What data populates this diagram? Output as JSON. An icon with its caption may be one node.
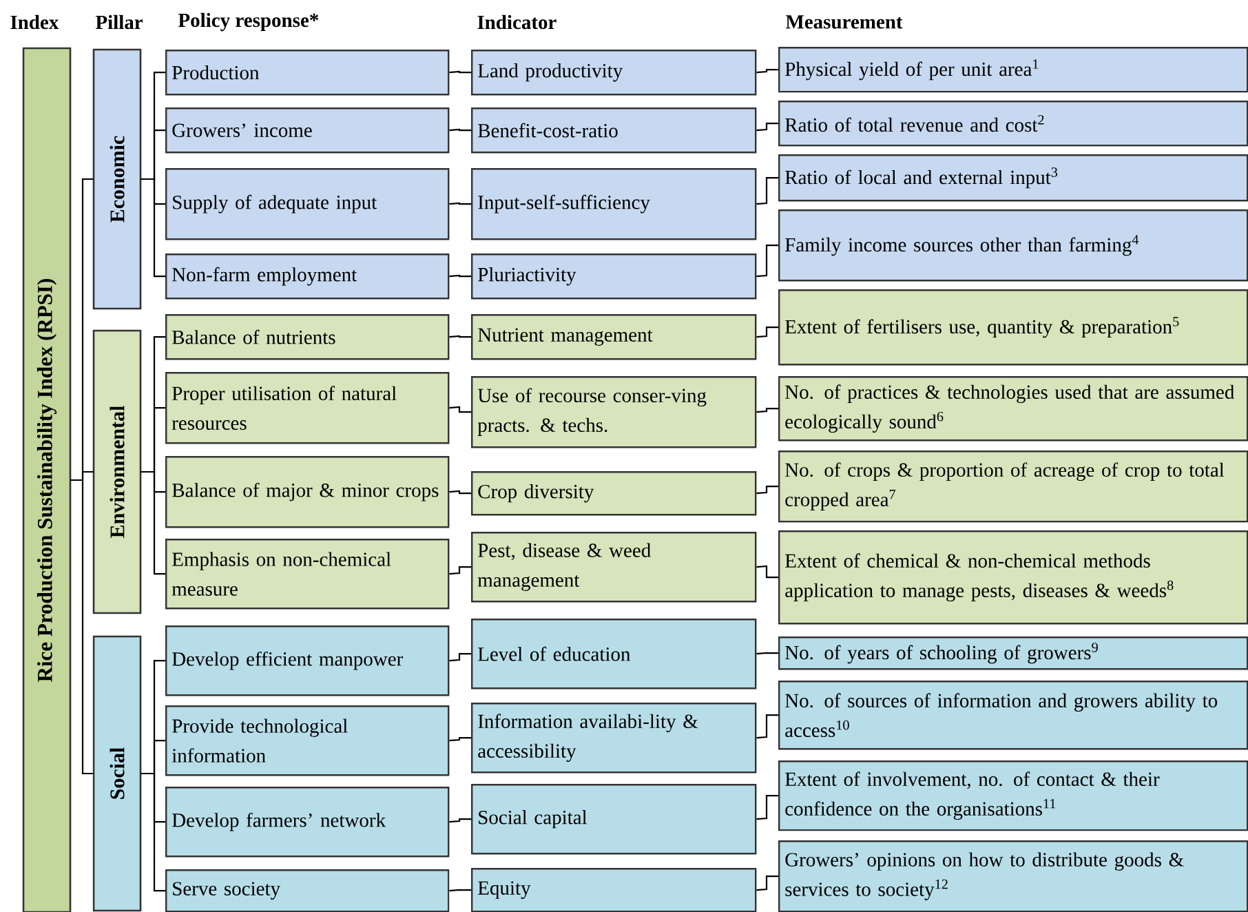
{
  "diagram": {
    "nodes": [
      {
        "text": [
          "Rice Production Sustainability Index (RPSI)"
        ]
      },
      {
        "text": [
          "Economic"
        ]
      },
      {
        "text": [
          "Production"
        ]
      },
      {
        "text": [
          "Land productivity"
        ]
      },
      {
        "text": [
          "Physical yield of per unit area$^{1}$"
        ]
      },
      {
        "text": [
          "Growers’ income"
        ]
      },
      {
        "text": [
          "Benefit-cost-ratio"
        ]
      },
      {
        "text": [
          "Ratio of total revenue and cost$^{2}$"
        ]
      },
      {
        "text": [
          "Supply of adequate input"
        ]
      },
      {
        "text": [
          "Input-self-sufficiency"
        ]
      },
      {
        "text": [
          "Ratio of local and external input$^{3}$"
        ]
      },
      {
        "text": [
          "Non-farm employment"
        ]
      },
      {
        "text": [
          "Pluriactivity"
        ]
      },
      {
        "text": [
          "Family income sources other than farming$^{4}$"
        ]
      },
      {
        "text": [
          "Environmental"
        ]
      },
      {
        "text": [
          "Balance of nutrients"
        ]
      },
      {
        "text": [
          "Nutrient management"
        ]
      },
      {
        "text": [
          "Extent of fertilisers use, quantity & preparation$^{5}$"
        ]
      },
      {
        "text": [
          "Proper utilisation of natural resources"
        ]
      },
      {
        "text": [
          "Use of recourse conser-ving practs. & techs."
        ]
      },
      {
        "text": [
          "No. of practices & technologies used that are assumed ecologically sound$^{6}$"
        ]
      },
      {
        "text": [
          "Balance of major & minor crops"
        ]
      },
      {
        "text": [
          "Crop diversity"
        ]
      },
      {
        "text": [
          "No. of crops & proportion of acreage of crop to total cropped area$^{7}$"
        ]
      },
      {
        "text": [
          "Emphasis on non-chemical measure"
        ]
      },
      {
        "text": [
          "Pest, disease & weed management"
        ]
      },
      {
        "text": [
          "Extent of chemical & non-chemical methods application to manage pests, diseases & weeds$^{8}$"
        ]
      },
      {
        "text": [
          "Social"
        ]
      },
      {
        "text": [
          "Develop efficient manpower"
        ]
      },
      {
        "text": [
          "Level of education"
        ]
      },
      {
        "text": [
          "No. of years of schooling of growers$^{9}$"
        ]
      },
      {
        "text": [
          "Provide technological information"
        ]
      },
      {
        "text": [
          "Information availabi-lity & accessibility"
        ]
      },
      {
        "text": [
          "No. of sources of information and growers ability to access$^{10}$"
        ]
      },
      {
        "text": [
          "Develop farmers’ network"
        ]
      },
      {
        "text": [
          "Social capital"
        ]
      },
      {
        "text": [
          "Extent of involvement, no. of contact & their confidence on the organisations$^{11}$"
        ]
      },
      {
        "text": [
          "Serve society"
        ]
      },
      {
        "text": [
          "Equity"
        ]
      },
      {
        "text": [
          "Growers’ opinions on how to distribute goods & services to society$^{12}$"
        ]
      }
    ],
    "edges": [
      {
        "from": 0,
        "to": 1,
        "arrow": "none"
      },
      {
        "from": 0,
        "to": 14,
        "arrow": "none"
      },
      {
        "from": 0,
        "to": 27,
        "arrow": "none"
      },
      {
        "from": 1,
        "to": 2,
        "arrow": "none"
      },
      {
        "from": 1,
        "to": 5,
        "arrow": "none"
      },
      {
        "from": 1,
        "to": 8,
        "arrow": "none"
      },
      {
        "from": 1,
        "to": 11,
        "arrow": "none"
      },
      {
        "from": 14,
        "to": 15,
        "arrow": "none"
      },
      {
        "from": 14,
        "to": 18,
        "arrow": "none"
      },
      {
        "from": 14,
        "to": 21,
        "arrow": "none"
      },
      {
        "from": 14,
        "to": 24,
        "arrow": "none"
      },
      {
        "from": 27,
        "to": 28,
        "arrow": "none"
      },
      {
        "from": 27,
        "to": 31,
        "arrow": "none"
      },
      {
        "from": 27,
        "to": 34,
        "arrow": "none"
      },
      {
        "from": 27,
        "to": 37,
        "arrow": "none"
      },
      {
        "from": 2,
        "to": 3,
        "arrow": "none"
      },
      {
        "from": 5,
        "to": 6,
        "arrow": "none"
      },
      {
        "from": 8,
        "to": 9,
        "arrow": "none"
      },
      {
        "from": 11,
        "to": 12,
        "arrow": "none"
      },
      {
        "from": 15,
        "to": 16,
        "arrow": "none"
      },
      {
        "from": 18,
        "to": 19,
        "arrow": "none"
      },
      {
        "from": 21,
        "to": 22,
        "arrow": "none"
      },
      {
        "from": 24,
        "to": 25,
        "arrow": "none"
      },
      {
        "from": 28,
        "to": 29,
        "arrow": "none"
      },
      {
        "from": 31,
        "to": 32,
        "arrow": "none"
      },
      {
        "from": 34,
        "to": 35,
        "arrow": "none"
      },
      {
        "from": 37,
        "to": 38,
        "arrow": "none"
      },
      {
        "from": 3,
        "to": 4,
        "arrow": "none"
      },
      {
        "from": 6,
        "to": 7,
        "arrow": "none"
      },
      {
        "from": 9,
        "to": 10,
        "arrow": "none"
      },
      {
        "from": 12,
        "to": 13,
        "arrow": "none"
      },
      {
        "from": 16,
        "to": 17,
        "arrow": "none"
      },
      {
        "from": 19,
        "to": 20,
        "arrow": "none"
      },
      {
        "from": 22,
        "to": 23,
        "arrow": "none"
      },
      {
        "from": 25,
        "to": 26,
        "arrow": "none"
      },
      {
        "from": 29,
        "to": 30,
        "arrow": "none"
      },
      {
        "from": 32,
        "to": 33,
        "arrow": "none"
      },
      {
        "from": 35,
        "to": 36,
        "arrow": "none"
      },
      {
        "from": 38,
        "to": 39,
        "arrow": "none"
      }
    ],
    "labels": [
      "Index",
      "Pillar",
      "Policy response*",
      "Indicator",
      "Measurement"
    ]
  }
}
